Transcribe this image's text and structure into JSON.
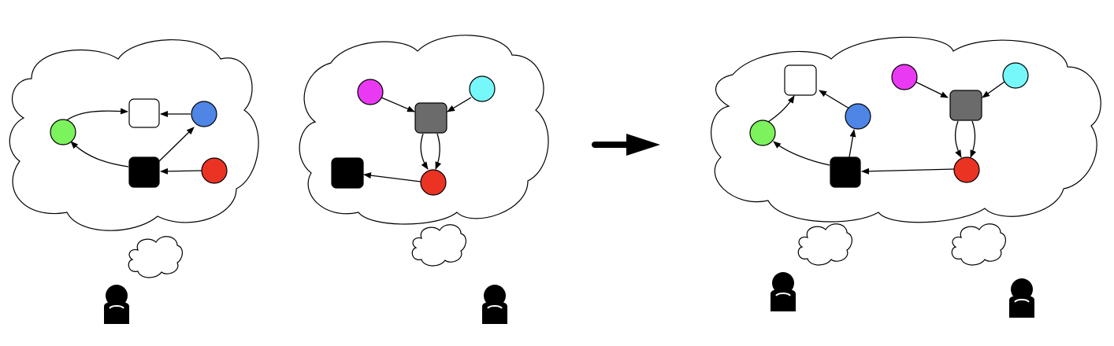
{
  "panels": [
    {
      "id": "left-mind",
      "nodes": [
        {
          "id": "green",
          "shape": "circle",
          "color": "#7CF25C"
        },
        {
          "id": "white",
          "shape": "square",
          "color": "#FFFFFF"
        },
        {
          "id": "blue",
          "shape": "circle",
          "color": "#4F86E6"
        },
        {
          "id": "black",
          "shape": "square",
          "color": "#000000"
        },
        {
          "id": "red",
          "shape": "circle",
          "color": "#EA3323"
        }
      ],
      "edges": [
        [
          "green",
          "white"
        ],
        [
          "blue",
          "white"
        ],
        [
          "black",
          "green"
        ],
        [
          "black",
          "blue"
        ],
        [
          "red",
          "black"
        ]
      ]
    },
    {
      "id": "middle-mind",
      "nodes": [
        {
          "id": "magenta",
          "shape": "circle",
          "color": "#E939F2"
        },
        {
          "id": "cyan",
          "shape": "circle",
          "color": "#76F8FB"
        },
        {
          "id": "gray",
          "shape": "square",
          "color": "#6B6B6B"
        },
        {
          "id": "red",
          "shape": "circle",
          "color": "#EA3323"
        },
        {
          "id": "black",
          "shape": "square",
          "color": "#000000"
        }
      ],
      "edges": [
        [
          "magenta",
          "gray"
        ],
        [
          "cyan",
          "gray"
        ],
        [
          "gray",
          "red"
        ],
        [
          "gray",
          "red"
        ],
        [
          "red",
          "black"
        ]
      ]
    },
    {
      "id": "merged-mind",
      "nodes": [
        {
          "id": "white",
          "shape": "square",
          "color": "#FFFFFF"
        },
        {
          "id": "blue",
          "shape": "circle",
          "color": "#4F86E6"
        },
        {
          "id": "green",
          "shape": "circle",
          "color": "#7CF25C"
        },
        {
          "id": "black",
          "shape": "square",
          "color": "#000000"
        },
        {
          "id": "magenta",
          "shape": "circle",
          "color": "#E939F2"
        },
        {
          "id": "cyan",
          "shape": "circle",
          "color": "#76F8FB"
        },
        {
          "id": "gray",
          "shape": "square",
          "color": "#6B6B6B"
        },
        {
          "id": "red",
          "shape": "circle",
          "color": "#EA3323"
        }
      ],
      "edges": [
        [
          "green",
          "white"
        ],
        [
          "blue",
          "white"
        ],
        [
          "black",
          "green"
        ],
        [
          "black",
          "blue"
        ],
        [
          "red",
          "black"
        ],
        [
          "magenta",
          "gray"
        ],
        [
          "cyan",
          "gray"
        ],
        [
          "gray",
          "red"
        ],
        [
          "gray",
          "red"
        ]
      ]
    }
  ],
  "persons": 4,
  "arrow": "merge"
}
